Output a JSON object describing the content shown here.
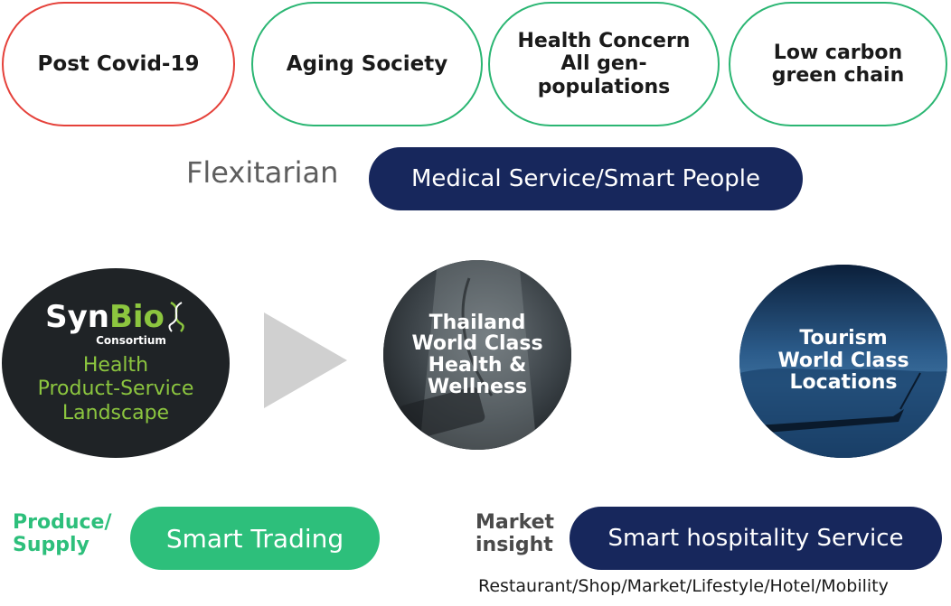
{
  "top_pills": [
    {
      "label": "Post Covid-19",
      "color": "#e5413a"
    },
    {
      "label": "Aging Society",
      "color": "#2bb673"
    },
    {
      "label": "Health Concern\nAll gen-\npopulations",
      "color": "#2bb673"
    },
    {
      "label": "Low carbon\ngreen chain",
      "color": "#2bb673"
    }
  ],
  "flexitarian": "Flexitarian",
  "medical_service": "Medical Service/Smart People",
  "synbio": {
    "logo_syn": "Syn",
    "logo_bio": "Bio",
    "logo_sub": "Consortium",
    "label": "Health\nProduct-Service\nLandscape",
    "accent": "#8cc63f"
  },
  "thailand_circle": "Thailand\nWorld Class\nHealth &\nWellness",
  "tourism_circle": "Tourism\nWorld Class\nLocations",
  "produce_supply": "Produce/\nSupply",
  "smart_trading": "Smart Trading",
  "market_insight": "Market\ninsight",
  "smart_hospitality": "Smart hospitality Service",
  "footer": "Restaurant/Shop/Market/Lifestyle/Hotel/Mobility",
  "colors": {
    "navy": "#17275c",
    "green": "#2dbf7b",
    "dark_circle": "#1f2326",
    "arrow": "#d0d0d0"
  }
}
